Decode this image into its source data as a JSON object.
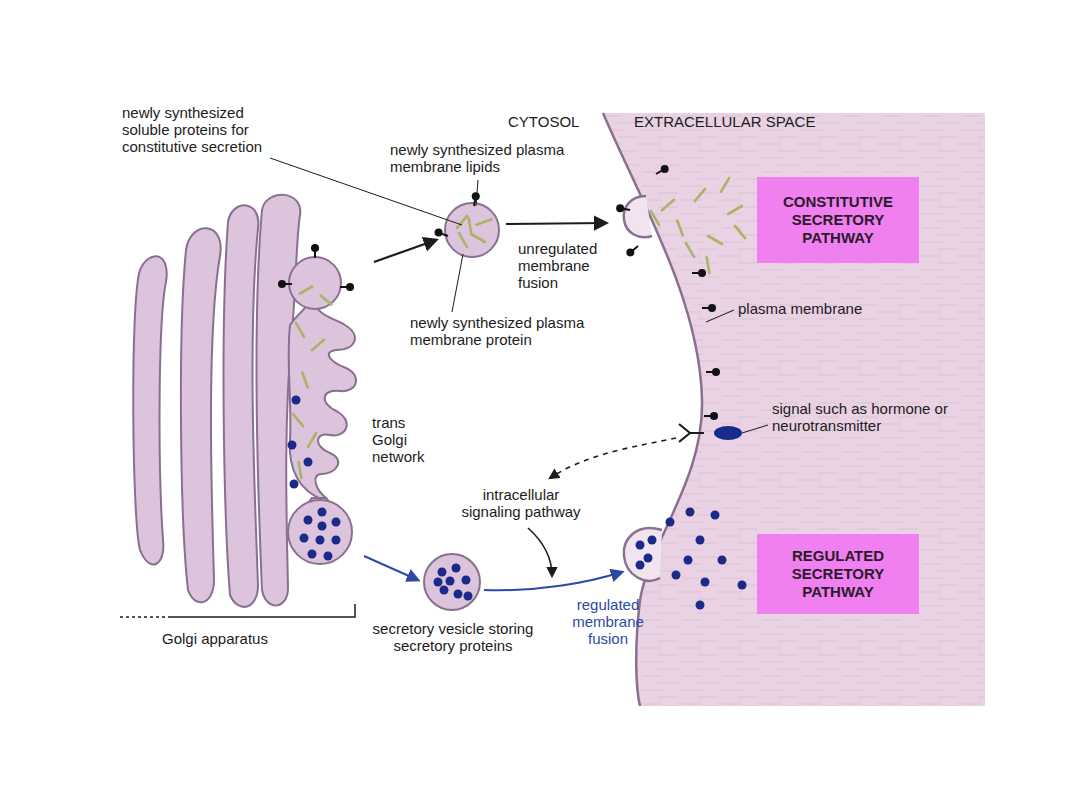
{
  "diagram": {
    "nodes": [
      {
        "text": [
          "CONSTITUTIVE SECRETORY PATHWAY"
        ]
      },
      {
        "text": [
          "REGULATED SECRETORY PATHWAY"
        ]
      }
    ],
    "labels": [
      "newly synthesized soluble proteins for constitutive secretion",
      "CYTOSOL",
      "EXTRACELLULAR SPACE",
      "newly synthesized plasma membrane lipids",
      "unregulated membrane fusion",
      "newly synthesized plasma membrane protein",
      "plasma membrane",
      "trans Golgi network",
      "signal such as hormone or neurotransmitter",
      "intracellular signaling pathway",
      "secretory vesicle storing secretory proteins",
      "regulated membrane fusion",
      "Golgi apparatus"
    ]
  }
}
